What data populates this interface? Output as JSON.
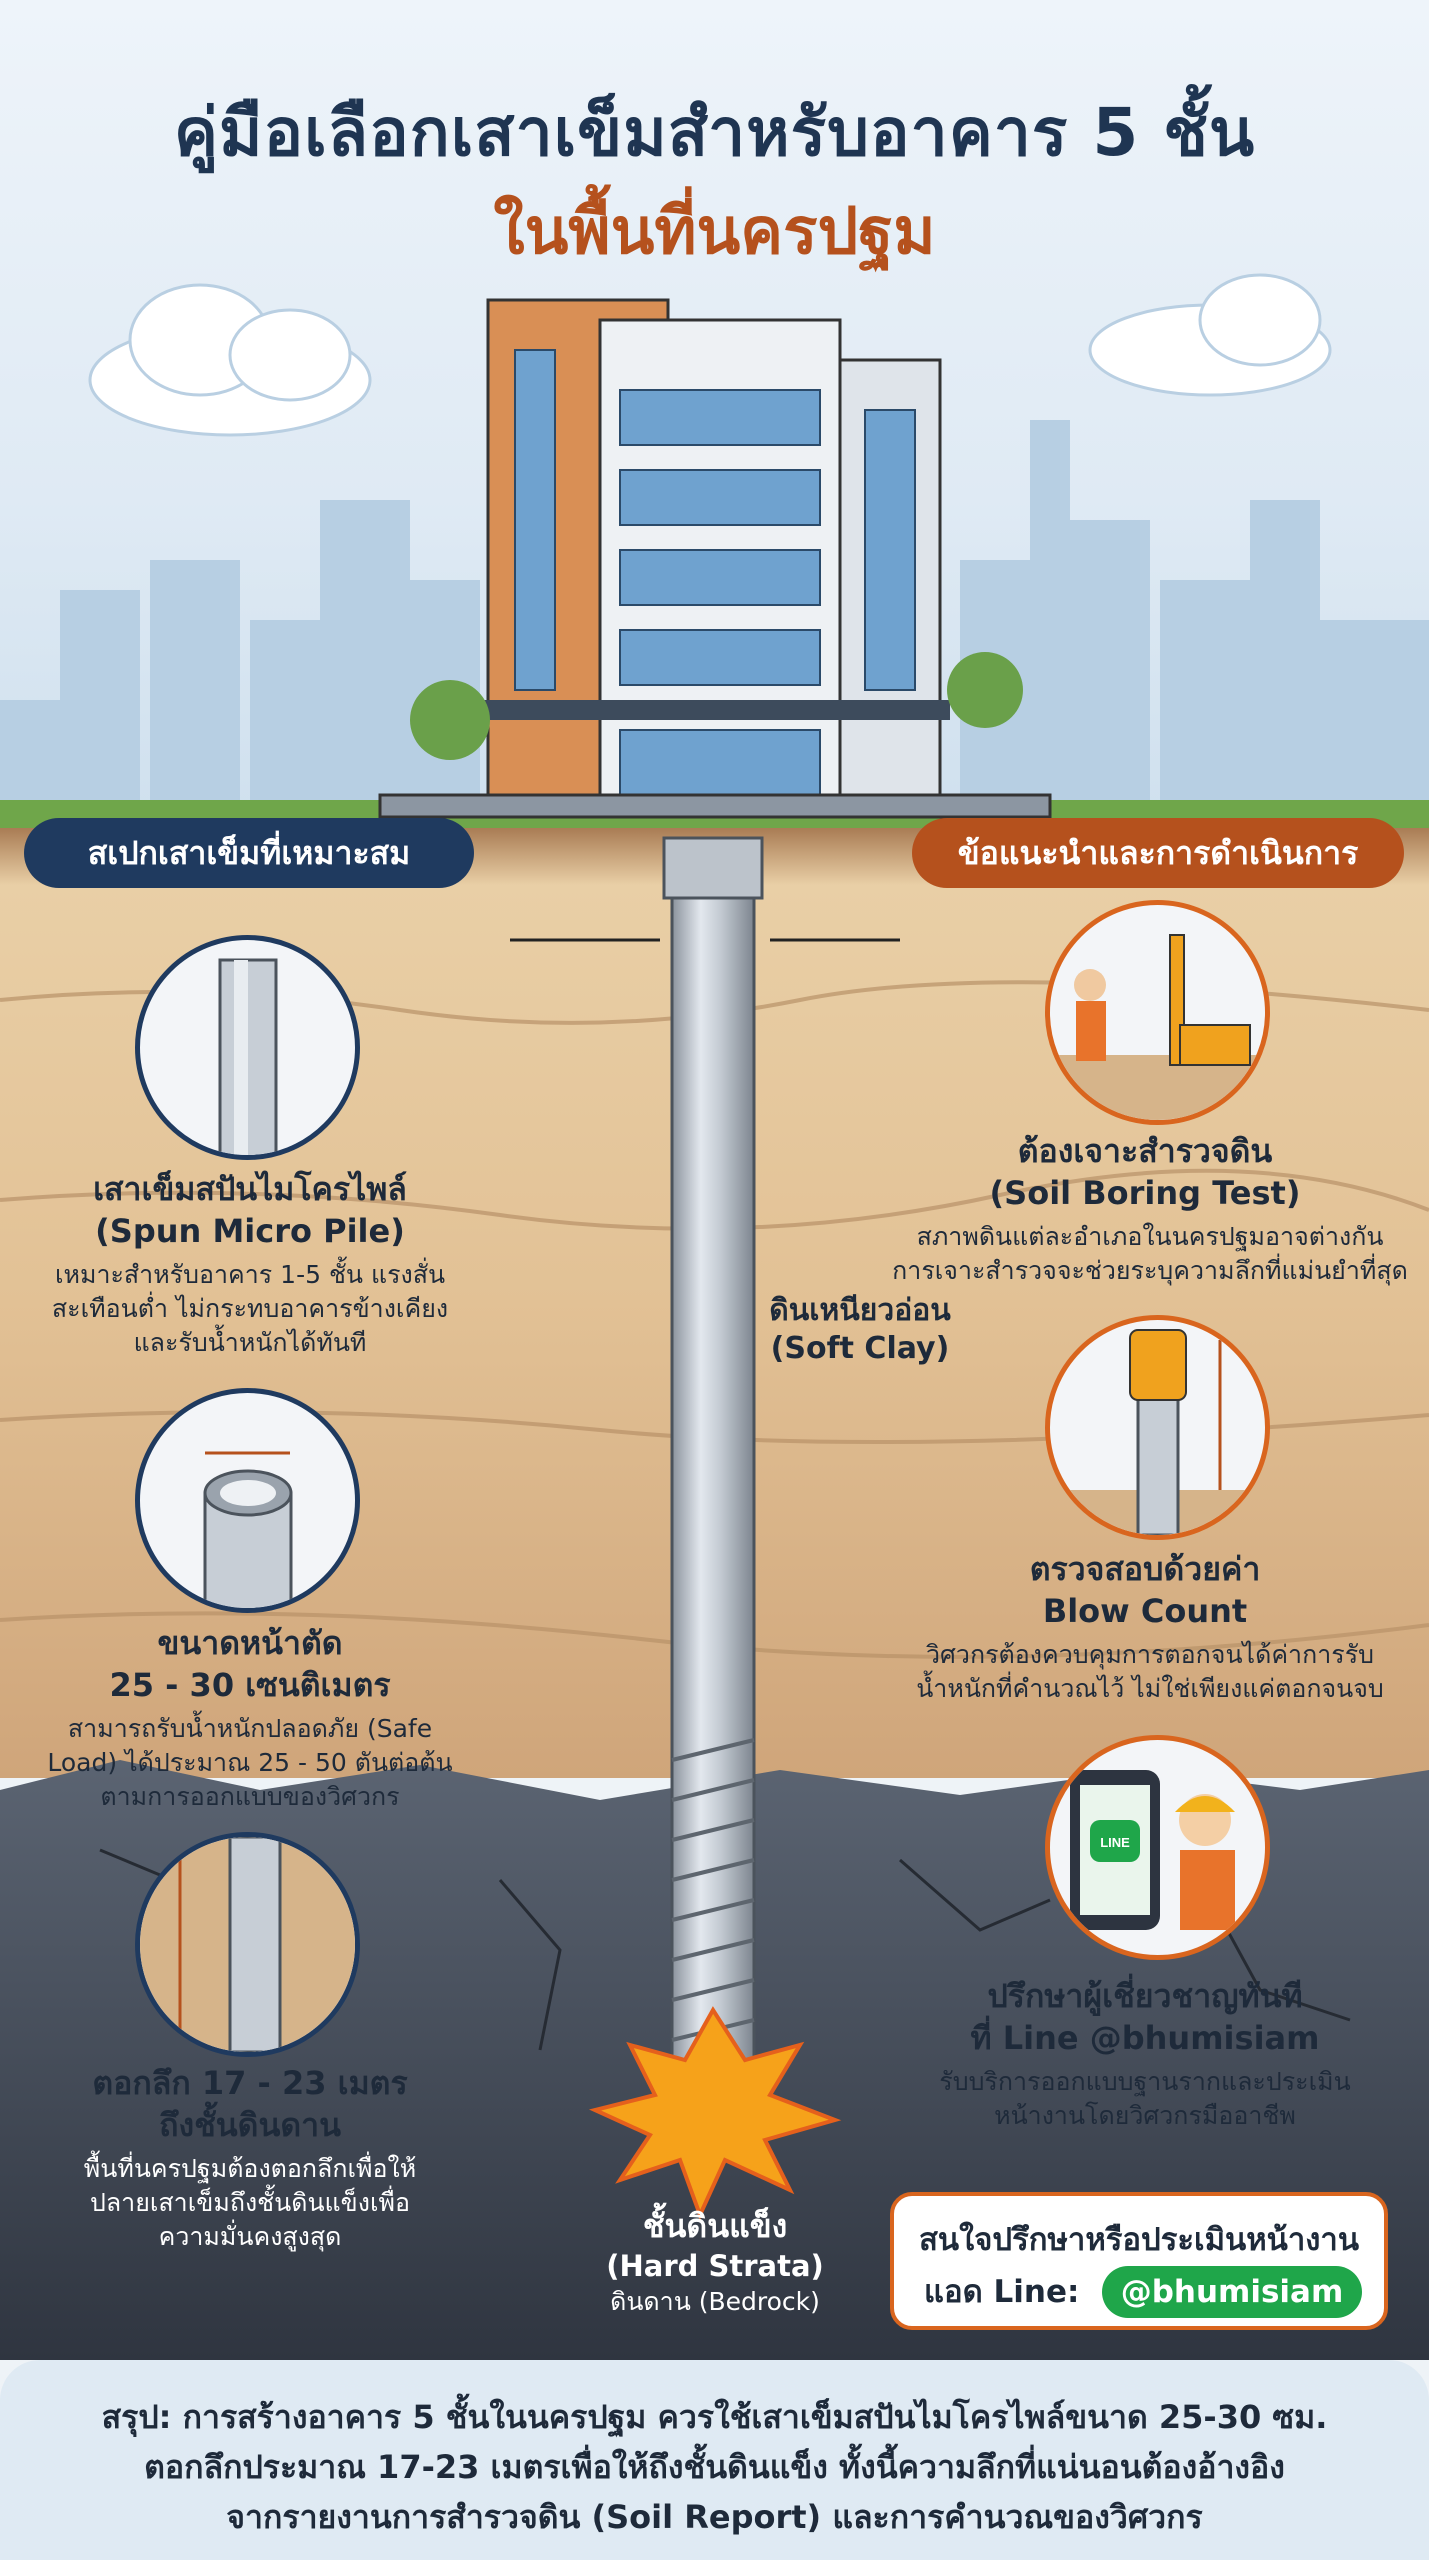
{
  "title": {
    "line1": "คู่มือเลือกเสาเข็มสำหรับอาคาร 5 ชั้น",
    "line2": "ในพื้นที่นครปฐม"
  },
  "left_panel": {
    "heading": "สเปกเสาเข็มที่เหมาะสม",
    "items": [
      {
        "icon": "spun-micro-pile-icon",
        "title_lines": [
          "เสาเข็มสปันไมโครไพล์",
          "(Spun Micro Pile)"
        ],
        "body_lines": [
          "เหมาะสำหรับอาคาร 1-5 ชั้น แรงสั่น",
          "สะเทือนต่ำ ไม่กระทบอาคารข้างเคียง",
          "และรับน้ำหนักได้ทันที"
        ]
      },
      {
        "icon": "pile-cross-section-icon",
        "title_lines": [
          "ขนาดหน้าตัด",
          "25 - 30 เซนติเมตร"
        ],
        "body_lines": [
          "สามารถรับน้ำหนักปลอดภัย (Safe",
          "Load) ได้ประมาณ 25 - 50 ตันต่อต้น",
          "ตามการออกแบบของวิศวกร"
        ]
      },
      {
        "icon": "depth-ruler-icon",
        "title_lines": [
          "ตอกลึก 17 - 23 เมตร",
          "ถึงชั้นดินดาน"
        ],
        "body_lines": [
          "พื้นที่นครปฐมต้องตอกลึกเพื่อให้",
          "ปลายเสาเข็มถึงชั้นดินแข็งเพื่อ",
          "ความมั่นคงสูงสุด"
        ]
      }
    ]
  },
  "right_panel": {
    "heading": "ข้อแนะนำและการดำเนินการ",
    "items": [
      {
        "icon": "soil-boring-rig-icon",
        "title_lines": [
          "ต้องเจาะสำรวจดิน",
          "(Soil Boring Test)"
        ],
        "body_lines": [
          "สภาพดินแต่ละอำเภอในนครปฐมอาจต่างกัน",
          "การเจาะสำรวจจะช่วยระบุความลึกที่แม่นยำที่สุด"
        ]
      },
      {
        "icon": "blow-count-gauge-icon",
        "title_lines": [
          "ตรวจสอบด้วยค่า",
          "Blow Count"
        ],
        "body_lines": [
          "วิศวกรต้องควบคุมการตอกจนได้ค่าการรับ",
          "น้ำหนักที่คำนวณไว้ ไม่ใช่เพียงแค่ตอกจนจบ"
        ]
      },
      {
        "icon": "line-consult-engineer-icon",
        "title_lines": [
          "ปรึกษาผู้เชี่ยวชาญทันที",
          "ที่ Line @bhumisiam"
        ],
        "body_lines": [
          "รับบริการออกแบบฐานรากและประเมิน",
          "หน้างานโดยวิศวกรมืออาชีพ"
        ]
      }
    ]
  },
  "soil_labels": {
    "soft_clay": [
      "ดินเหนียวอ่อน",
      "(Soft Clay)"
    ],
    "hard_strata": [
      "ชั้นดินแข็ง",
      "(Hard Strata)",
      "ดินดาน (Bedrock)"
    ]
  },
  "line_badge": "LINE",
  "cta": {
    "line1": "สนใจปรึกษาหรือประเมินหน้างาน",
    "line2_prefix": "แอด Line:",
    "line_id": "@bhumisiam"
  },
  "summary": {
    "lines": [
      "สรุป: การสร้างอาคาร 5 ชั้นในนครปฐม ควรใช้เสาเข็มสปันไมโครไพล์ขนาด 25-30 ซม.",
      "ตอกลึกประมาณ 17-23 เมตรเพื่อให้ถึงชั้นดินแข็ง ทั้งนี้ความลึกที่แน่นอนต้องอ้างอิง",
      "จากรายงานการสำรวจดิน (Soil Report) และการคำนวณของวิศวกร"
    ]
  },
  "colors": {
    "navy": "#1f3a5f",
    "orange": "#b5511d",
    "line_green": "#1fa64a",
    "soil_tan": "#e6c9a0",
    "bedrock": "#4a5260"
  }
}
